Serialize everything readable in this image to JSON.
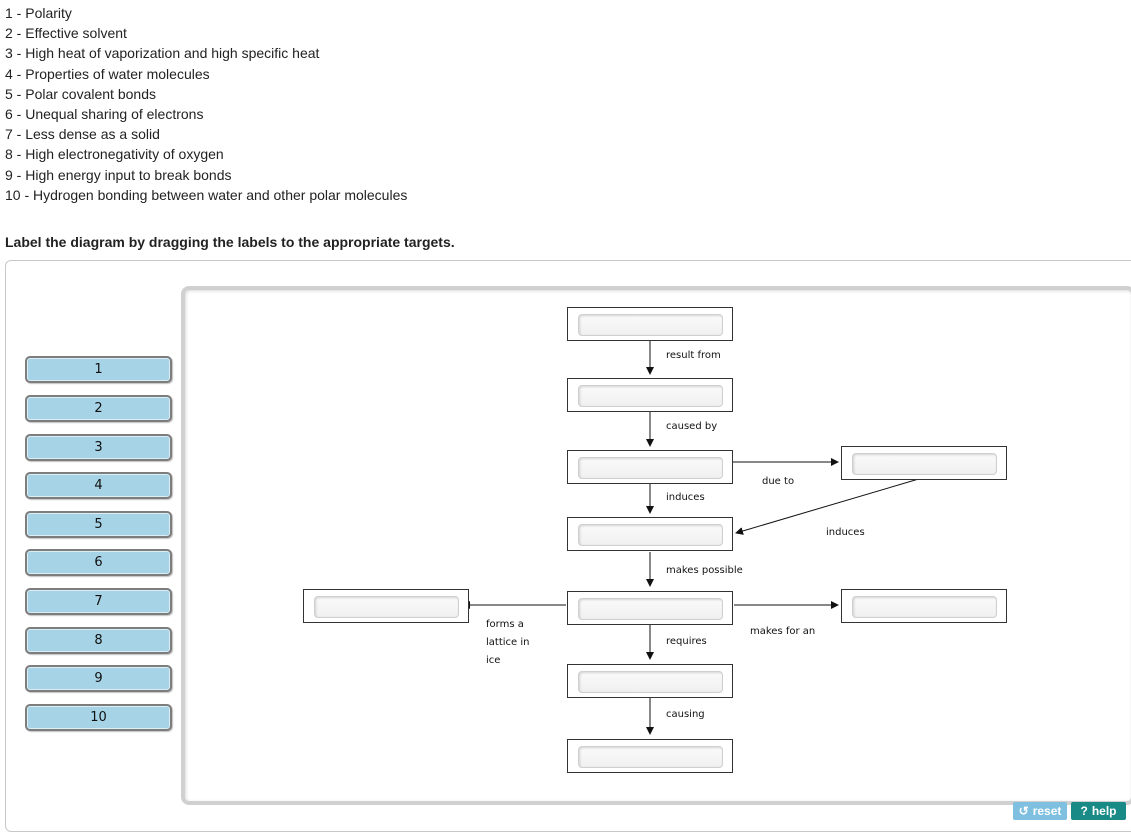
{
  "legend": [
    "1 - Polarity",
    "2 - Effective solvent",
    "3 - High heat of vaporization and high specific heat",
    "4 - Properties of water molecules",
    "5 - Polar covalent bonds",
    "6 - Unequal sharing of electrons",
    "7 - Less dense as a solid",
    "8 - High electronegativity of oxygen",
    "9 - High energy input to break bonds",
    "10 - Hydrogen bonding between water and other polar molecules"
  ],
  "instruction": "Label the diagram by dragging the labels to the appropriate targets.",
  "labels": [
    "1",
    "2",
    "3",
    "4",
    "5",
    "6",
    "7",
    "8",
    "9",
    "10"
  ],
  "connectors": {
    "result_from": "result from",
    "caused_by": "caused by",
    "due_to": "due to",
    "induces_left": "induces",
    "induces_right": "induces",
    "makes_possible": "makes possible",
    "forms_lattice": "forms a lattice in ice",
    "requires": "requires",
    "makes_for_an": "makes for an",
    "causing": "causing"
  },
  "buttons": {
    "reset": "reset",
    "help": "help",
    "reset_icon": "refresh-icon",
    "help_icon": "question-icon"
  }
}
